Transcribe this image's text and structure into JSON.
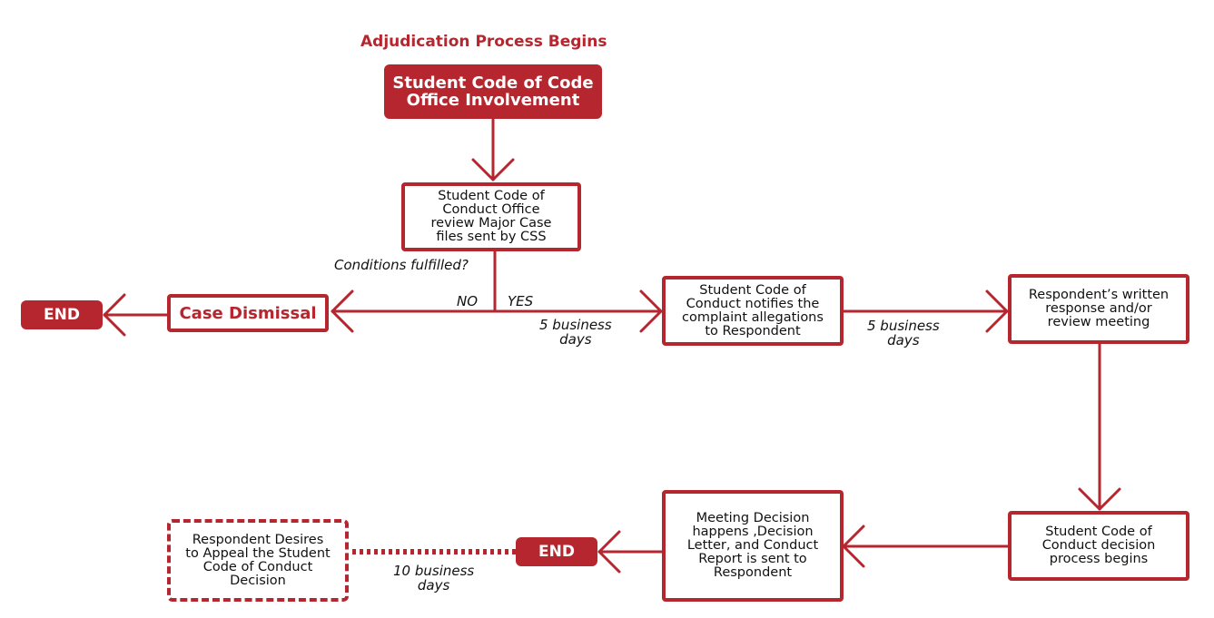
{
  "colors": {
    "accent": "#b5262e",
    "text": "#111111",
    "background": "#ffffff"
  },
  "title": "Adjudication Process Begins",
  "nodes": {
    "office_involvement": "Student Code of Code\nOffice Involvement",
    "review_files": "Student Code of\nConduct Office\nreview Major Case\nfiles sent by CSS",
    "case_dismissal": "Case Dismissal",
    "end_left": "END",
    "notify_respondent": "Student Code of\nConduct notifies the\ncomplaint allegations\nto Respondent",
    "written_response": "Respondent’s written\nresponse and/or\nreview meeting",
    "decision_process": "Student Code of\nConduct decision\nprocess begins",
    "meeting_decision": "Meeting Decision\nhappens ,Decision\nLetter, and Conduct\nReport is sent to\nRespondent",
    "end_bottom": "END",
    "appeal": "Respondent Desires\nto Appeal the Student\nCode of Conduct\nDecision"
  },
  "labels": {
    "conditions": "Conditions fulfilled?",
    "no": "NO",
    "yes": "YES",
    "business_days_1": "5 business\ndays",
    "business_days_2": "5 business\ndays",
    "business_days_3": "10 business\ndays"
  }
}
